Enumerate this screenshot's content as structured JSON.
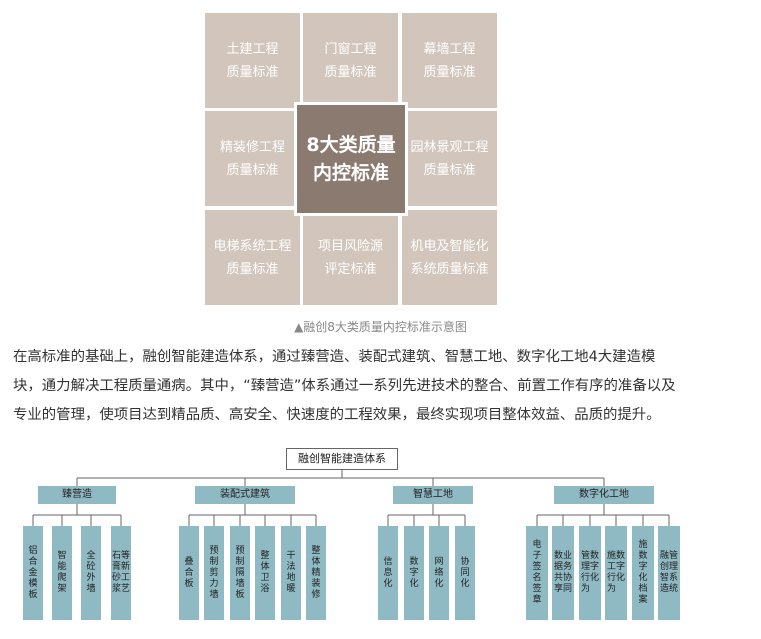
{
  "grid": {
    "cells": [
      {
        "line1": "土建工程",
        "line2": "质量标准"
      },
      {
        "line1": "门窗工程",
        "line2": "质量标准"
      },
      {
        "line1": "幕墙工程",
        "line2": "质量标准"
      },
      {
        "line1": "精装修工程",
        "line2": "质量标准"
      },
      {
        "line1": "园林景观工程",
        "line2": "质量标准"
      },
      {
        "line1": "电梯系统工程",
        "line2": "质量标准"
      },
      {
        "line1": "项目风险源",
        "line2": "评定标准"
      },
      {
        "line1": "机电及智能化",
        "line2": "系统质量标准"
      }
    ],
    "center_line1": "8大类质量",
    "center_line2": "内控标准",
    "colors": {
      "cell": "#d2c5bc",
      "center": "#8b7a6f"
    }
  },
  "caption": "▲融创8大类质量内控标准示意图",
  "paragraph": {
    "line1": "在高标准的基础上，融创智能建造体系，通过臻营造、装配式建筑、智慧工地、数字化工地4大建造模",
    "line2": "块，通力解决工程质量通病。其中，“臻营造”体系通过一系列先进技术的整合、前置工作有序的准备以及",
    "line3": "专业的管理，使项目达到精品质、高安全、快速度的工程效果，最终实现项目整体效益、品质的提升。"
  },
  "tree": {
    "root": "融创智能建造体系",
    "colors": {
      "box": "#8fb9c3",
      "line": "#666666"
    },
    "categories": [
      {
        "label": "臻营造",
        "leaves": [
          "铝合金模板",
          "智能爬架",
          "全砼外墙",
          "石膏砂浆等新工艺"
        ]
      },
      {
        "label": "装配式建筑",
        "leaves": [
          "叠合板",
          "预制剪力墙",
          "预制隔墙板",
          "整体卫浴",
          "干法地暖",
          "整体精装修"
        ]
      },
      {
        "label": "智慧工地",
        "leaves": [
          "信息化",
          "数字化",
          "网络化",
          "协同化"
        ]
      },
      {
        "label": "数字化工地",
        "leaves": [
          "电子签名签章",
          "数据共享业务协同",
          "管理行为数字化",
          "施工行为数字化",
          "施数字化档案",
          "融创智造管理系统"
        ]
      }
    ]
  }
}
